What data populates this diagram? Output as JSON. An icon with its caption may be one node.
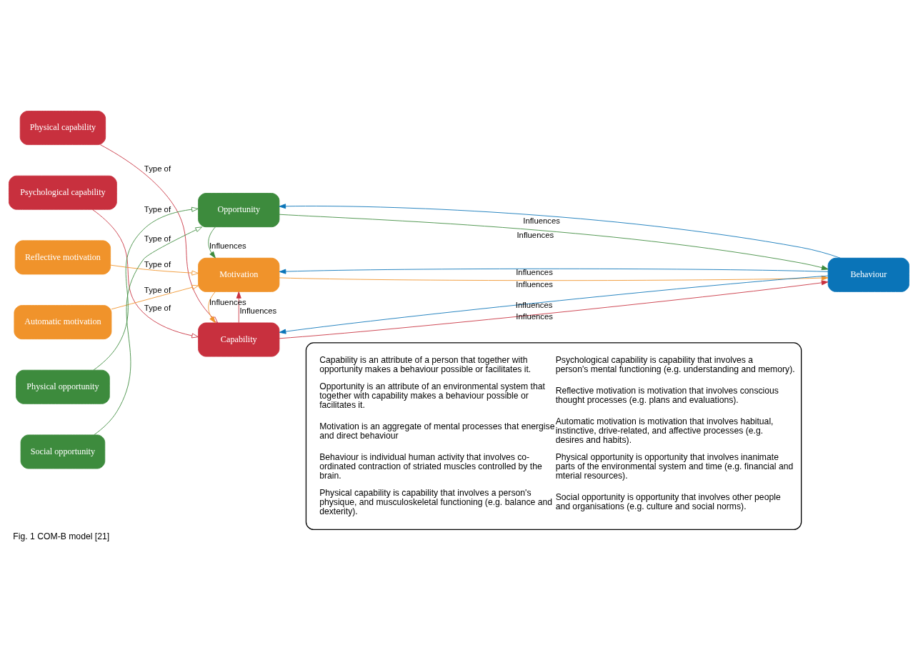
{
  "diagram": {
    "caption": "Fig. 1 COM-B model [21]",
    "nodes": [
      {
        "text": [
          "Physical capability"
        ]
      },
      {
        "text": [
          "Psychological capability"
        ]
      },
      {
        "text": [
          "Reflective motivation"
        ]
      },
      {
        "text": [
          "Automatic motivation"
        ]
      },
      {
        "text": [
          "Physical opportunity"
        ]
      },
      {
        "text": [
          "Social opportunity"
        ]
      },
      {
        "text": [
          "Capability"
        ]
      },
      {
        "text": [
          "Motivation"
        ]
      },
      {
        "text": [
          "Opportunity"
        ]
      },
      {
        "text": [
          "Behaviour"
        ]
      },
      {
        "text": [
          "Capability is an attribute of a person that together with opportunity makes a behaviour possible or facilitates it.",
          "Opportunity is an attribute of an environmental system that together with capability makes a behaviour possible or facilitates it.",
          "Motivation is an aggregate of mental processes that energise and direct behaviour",
          "Behaviour is individual human activity that involves co-ordinated contraction of striated muscles controlled by the brain.",
          "Physical capability is capability that involves a person's physique, and musculoskeletal functioning (e.g. balance and dexterity).",
          "Psychological capability is capability that involves a person's mental functioning (e.g. understanding and memory).",
          "Reflective motivation is motivation that involves conscious thought processes (e.g. plans and evaluations).",
          "Automatic motivation is motivation that involves habitual, instinctive, drive-related, and affective processes (e.g. desires and habits).",
          "Physical opportunity is opportunity that involves inanimate parts of the environmental system and time (e.g. financial and mterial resources).",
          "Social opportunity is opportunity that involves other people and organisations (e.g. culture and social norms)."
        ]
      }
    ],
    "edges": [
      {
        "from": 0,
        "to": 6,
        "arrow": "to",
        "label": "Type of",
        "color": "#c8303e"
      },
      {
        "from": 1,
        "to": 6,
        "arrow": "to",
        "label": "Type of",
        "color": "#c8303e"
      },
      {
        "from": 2,
        "to": 7,
        "arrow": "to",
        "label": "Type of",
        "color": "#f0932b"
      },
      {
        "from": 3,
        "to": 7,
        "arrow": "to",
        "label": "Type of",
        "color": "#f0932b"
      },
      {
        "from": 4,
        "to": 8,
        "arrow": "to",
        "label": "Type of",
        "color": "#3d8b3d"
      },
      {
        "from": 5,
        "to": 8,
        "arrow": "to",
        "label": "Type of",
        "color": "#3d8b3d"
      },
      {
        "from": 6,
        "to": 7,
        "arrow": "to",
        "label": "Influences",
        "color": "#c8303e"
      },
      {
        "from": 7,
        "to": 6,
        "arrow": "to",
        "label": "Influences",
        "color": "#f0932b"
      },
      {
        "from": 8,
        "to": 7,
        "arrow": "to",
        "label": "Influences",
        "color": "#3d8b3d"
      },
      {
        "from": 6,
        "to": 9,
        "arrow": "to",
        "label": "Influences",
        "color": "#c8303e"
      },
      {
        "from": 7,
        "to": 9,
        "arrow": "to",
        "label": "Influences",
        "color": "#f0932b"
      },
      {
        "from": 8,
        "to": 9,
        "arrow": "to",
        "label": "Influences",
        "color": "#3d8b3d"
      },
      {
        "from": 9,
        "to": 6,
        "arrow": "to",
        "label": "Influences",
        "color": "#0a74b8"
      },
      {
        "from": 9,
        "to": 7,
        "arrow": "to",
        "label": "Influences",
        "color": "#0a74b8"
      },
      {
        "from": 9,
        "to": 8,
        "arrow": "to",
        "label": "Influences",
        "color": "#0a74b8"
      }
    ]
  }
}
